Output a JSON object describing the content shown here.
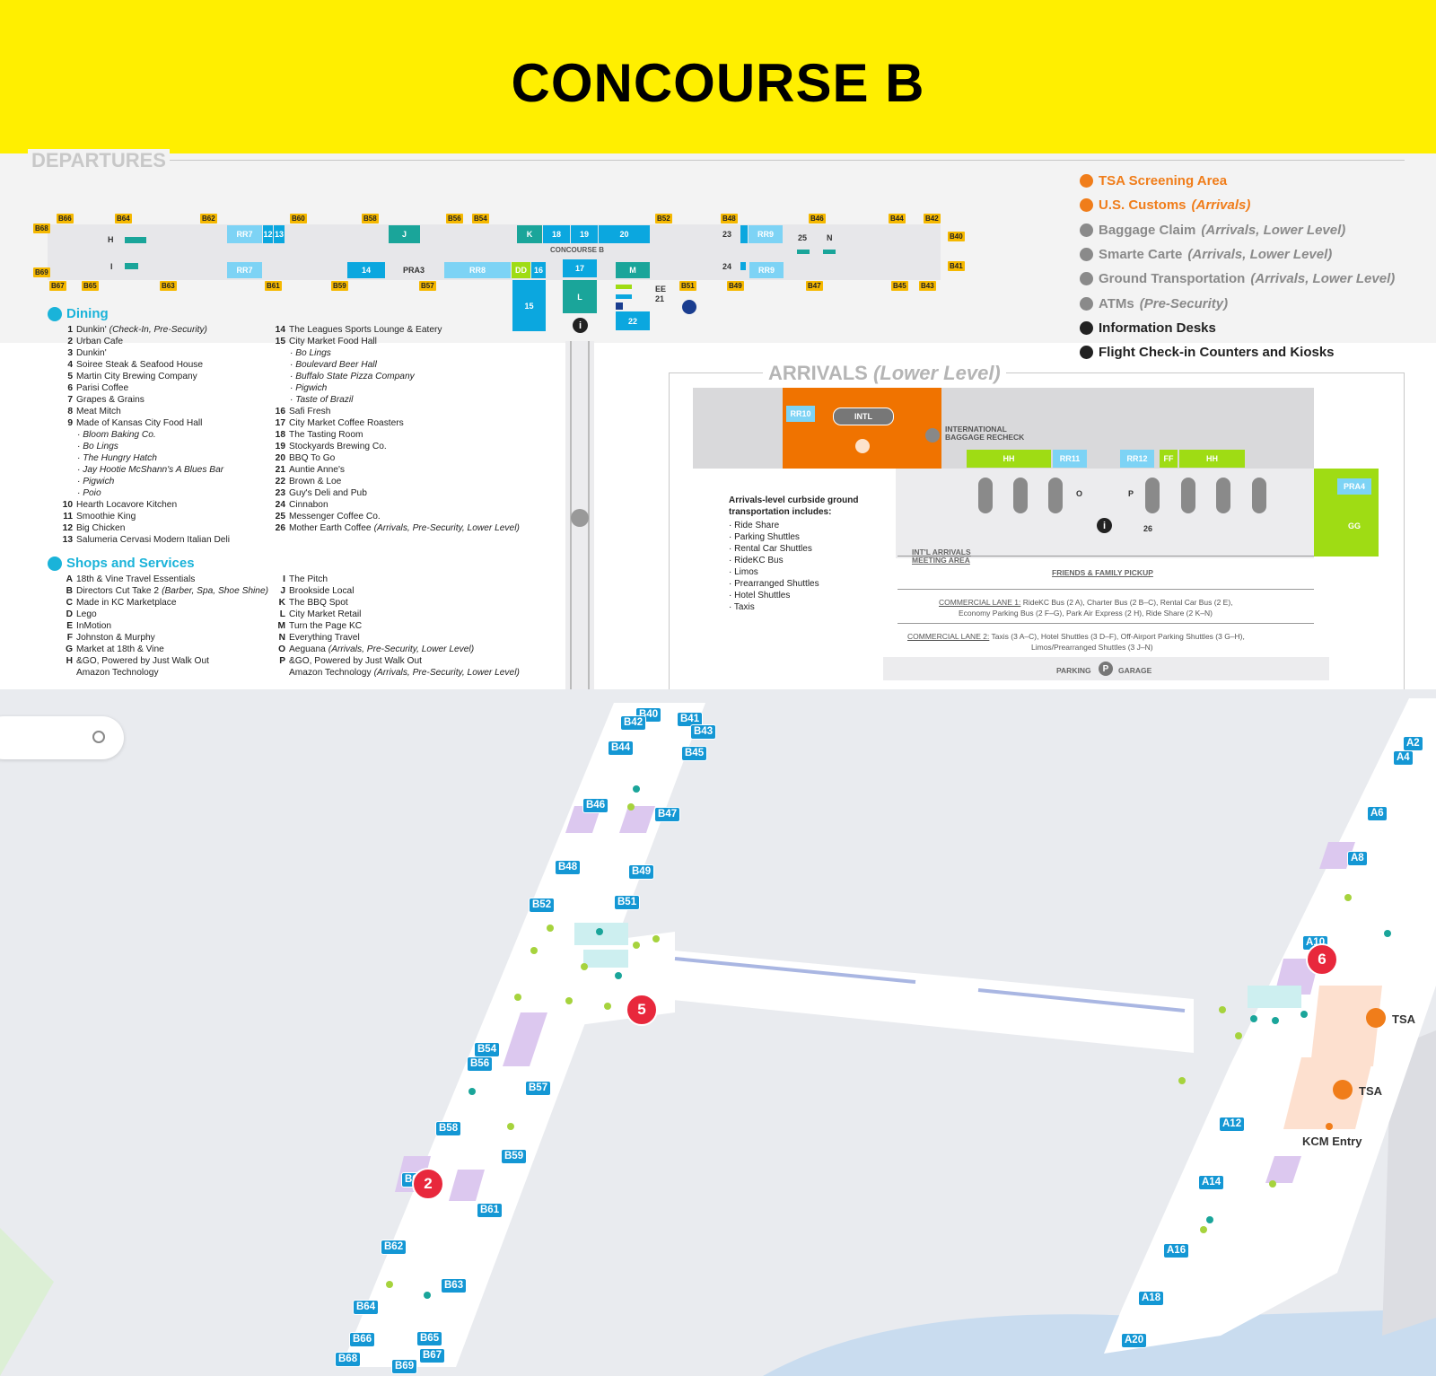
{
  "title": "CONCOURSE B",
  "departures_label": "DEPARTURES",
  "arrivals_label": "ARRIVALS",
  "arrivals_sub": "(Lower Level)",
  "concourse_label": "CONCOURSE B",
  "gates_top": [
    "B68",
    "B66",
    "B64",
    "B62",
    "B60",
    "B58",
    "B56",
    "B54",
    "B52",
    "B48",
    "B46",
    "B44",
    "B42",
    "B40"
  ],
  "gates_bottom": [
    "B69",
    "B67",
    "B65",
    "B63",
    "B61",
    "B59",
    "B57",
    "B51",
    "B49",
    "B47",
    "B45",
    "B43",
    "B41"
  ],
  "blocks": {
    "rr7a": "RR7",
    "n12": "12",
    "n13": "13",
    "j": "J",
    "k": "K",
    "n18": "18",
    "n19": "19",
    "n20": "20",
    "rr9a": "RR9",
    "rr7b": "RR7",
    "n14": "14",
    "pra3": "PRA3",
    "rr8": "RR8",
    "dd": "DD",
    "n16": "16",
    "n17": "17",
    "m": "M",
    "rr9b": "RR9",
    "n15": "15",
    "l": "L",
    "n22": "22",
    "h": "H",
    "i": "I",
    "n23": "23",
    "n24": "24",
    "n25": "25",
    "nN": "N",
    "ee": "EE",
    "n21": "21"
  },
  "dining": {
    "title": "Dining",
    "col1": [
      {
        "n": "1",
        "t": "Dunkin'",
        "note": "(Check-In, Pre-Security)"
      },
      {
        "n": "2",
        "t": "Urban Cafe"
      },
      {
        "n": "3",
        "t": "Dunkin'"
      },
      {
        "n": "4",
        "t": "Soiree Steak & Seafood House"
      },
      {
        "n": "5",
        "t": "Martin City Brewing Company"
      },
      {
        "n": "6",
        "t": "Parisi Coffee"
      },
      {
        "n": "7",
        "t": "Grapes & Grains"
      },
      {
        "n": "8",
        "t": "Meat Mitch"
      },
      {
        "n": "9",
        "t": "Made of Kansas City Food Hall"
      }
    ],
    "col1_sub": [
      "· Bloom Baking Co.",
      "· Bo Lings",
      "· The Hungry Hatch",
      "· Jay Hootie McShann's A Blues Bar",
      "· Pigwich",
      "· Poio"
    ],
    "col1b": [
      {
        "n": "10",
        "t": "Hearth Locavore Kitchen"
      },
      {
        "n": "11",
        "t": "Smoothie King"
      },
      {
        "n": "12",
        "t": "Big Chicken"
      },
      {
        "n": "13",
        "t": "Salumeria Cervasi Modern Italian Deli"
      }
    ],
    "col2a": [
      {
        "n": "14",
        "t": "The Leagues Sports Lounge & Eatery"
      },
      {
        "n": "15",
        "t": "City Market Food Hall"
      }
    ],
    "col2_sub": [
      "· Bo Lings",
      "· Boulevard Beer Hall",
      "· Buffalo State Pizza Company",
      "· Pigwich",
      "· Taste of Brazil"
    ],
    "col2b": [
      {
        "n": "16",
        "t": "Safi Fresh"
      },
      {
        "n": "17",
        "t": "City Market Coffee Roasters"
      },
      {
        "n": "18",
        "t": "The Tasting Room"
      },
      {
        "n": "19",
        "t": "Stockyards Brewing Co."
      },
      {
        "n": "20",
        "t": "BBQ To Go"
      },
      {
        "n": "21",
        "t": "Auntie Anne's"
      },
      {
        "n": "22",
        "t": "Brown & Loe"
      },
      {
        "n": "23",
        "t": "Guy's Deli and Pub"
      },
      {
        "n": "24",
        "t": "Cinnabon"
      },
      {
        "n": "25",
        "t": "Messenger Coffee Co."
      },
      {
        "n": "26",
        "t": "Mother Earth Coffee",
        "note": "(Arrivals, Pre-Security, Lower Level)"
      }
    ]
  },
  "shops": {
    "title": "Shops and Services",
    "col1": [
      {
        "n": "A",
        "t": "18th & Vine Travel Essentials"
      },
      {
        "n": "B",
        "t": "Directors Cut Take 2",
        "note": "(Barber, Spa, Shoe Shine)"
      },
      {
        "n": "C",
        "t": "Made in KC Marketplace"
      },
      {
        "n": "D",
        "t": "Lego"
      },
      {
        "n": "E",
        "t": "InMotion"
      },
      {
        "n": "F",
        "t": "Johnston & Murphy"
      },
      {
        "n": "G",
        "t": "Market at 18th & Vine"
      },
      {
        "n": "H",
        "t": "&GO, Powered by Just Walk Out"
      },
      {
        "n": "",
        "t": "Amazon Technology"
      }
    ],
    "col2": [
      {
        "n": "I",
        "t": "The Pitch"
      },
      {
        "n": "J",
        "t": "Brookside Local"
      },
      {
        "n": "K",
        "t": "The BBQ Spot"
      },
      {
        "n": "L",
        "t": "City Market Retail"
      },
      {
        "n": "M",
        "t": "Turn the Page KC"
      },
      {
        "n": "N",
        "t": "Everything Travel"
      },
      {
        "n": "O",
        "t": "Aeguana",
        "note": "(Arrivals, Pre-Security, Lower Level)"
      },
      {
        "n": "P",
        "t": "&GO, Powered by Just Walk Out"
      },
      {
        "n": "",
        "t": "Amazon Technology",
        "note": "(Arrivals, Pre-Security, Lower Level)"
      }
    ]
  },
  "key": [
    {
      "t": "TSA Screening Area",
      "note": "",
      "color": "#f07d1a",
      "icon": "tsa-icon"
    },
    {
      "t": "U.S. Customs",
      "note": "(Arrivals)",
      "color": "#f07d1a",
      "icon": "customs-icon"
    },
    {
      "t": "Baggage Claim",
      "note": "(Arrivals, Lower Level)",
      "color": "#8a8a8a",
      "icon": "baggage-icon"
    },
    {
      "t": "Smarte Carte",
      "note": "(Arrivals, Lower Level)",
      "color": "#8a8a8a",
      "icon": "cart-icon"
    },
    {
      "t": "Ground Transportation",
      "note": "(Arrivals, Lower Level)",
      "color": "#8a8a8a",
      "icon": "bus-icon"
    },
    {
      "t": "ATMs",
      "note": "(Pre-Security)",
      "color": "#8a8a8a",
      "icon": "atm-icon"
    },
    {
      "t": "Information Desks",
      "note": "",
      "color": "#222222",
      "icon": "info-icon"
    },
    {
      "t": "Flight Check-in Counters and Kiosks",
      "note": "",
      "color": "#222222",
      "icon": "checkin-icon"
    }
  ],
  "arrivals": {
    "rr10": "RR10",
    "intl": "INTL",
    "intl_recheck": "INTERNATIONAL\nBAGGAGE RECHECK",
    "hh": "HH",
    "rr11": "RR11",
    "rr12": "RR12",
    "ff": "FF",
    "pra4": "PRA4",
    "gg": "GG",
    "o": "O",
    "p": "P",
    "n26": "26",
    "meeting": "INT'L ARRIVALS MEETING AREA",
    "friends": "FRIENDS & FAMILY PICKUP",
    "lane1_label": "COMMERCIAL LANE 1:",
    "lane1": "RideKC Bus (2 A), Charter Bus (2 B–C), Rental Car Bus (2 E),",
    "lane1b": "Economy Parking Bus (2 F–G), Park Air Express (2 H), Ride Share (2 K–N)",
    "lane2_label": "COMMERCIAL LANE 2:",
    "lane2": "Taxis (3 A–C), Hotel Shuttles (3 D–F), Off-Airport Parking Shuttles (3 G–H),",
    "lane2b": "Limos/Prearranged Shuttles (3 J–N)",
    "parking": "PARKING",
    "garage": "GARAGE",
    "p_icon": "P",
    "transport_title": "Arrivals-level curbside ground transportation includes:",
    "transport": [
      "· Ride Share",
      "· Parking Shuttles",
      "· Rental Car Shuttles",
      "· RideKC Bus",
      "· Limos",
      "· Prearranged Shuttles",
      "· Hotel Shuttles",
      "· Taxis"
    ]
  },
  "map": {
    "gates_b": [
      "B40",
      "B42",
      "B41",
      "B43",
      "B44",
      "B45",
      "B46",
      "B47",
      "B48",
      "B49",
      "B52",
      "B51",
      "B54",
      "B56",
      "B57",
      "B58",
      "B59",
      "B60",
      "B61",
      "B62",
      "B63",
      "B64",
      "B66",
      "B65",
      "B68",
      "B67",
      "B69"
    ],
    "gates_a": [
      "A2",
      "A4",
      "A6",
      "A8",
      "A10",
      "A12",
      "A14",
      "A16",
      "A18",
      "A20"
    ],
    "pins": [
      "2",
      "5",
      "6"
    ],
    "tsa": "TSA",
    "kcm": "KCM Entry",
    "search_placeholder": ""
  }
}
